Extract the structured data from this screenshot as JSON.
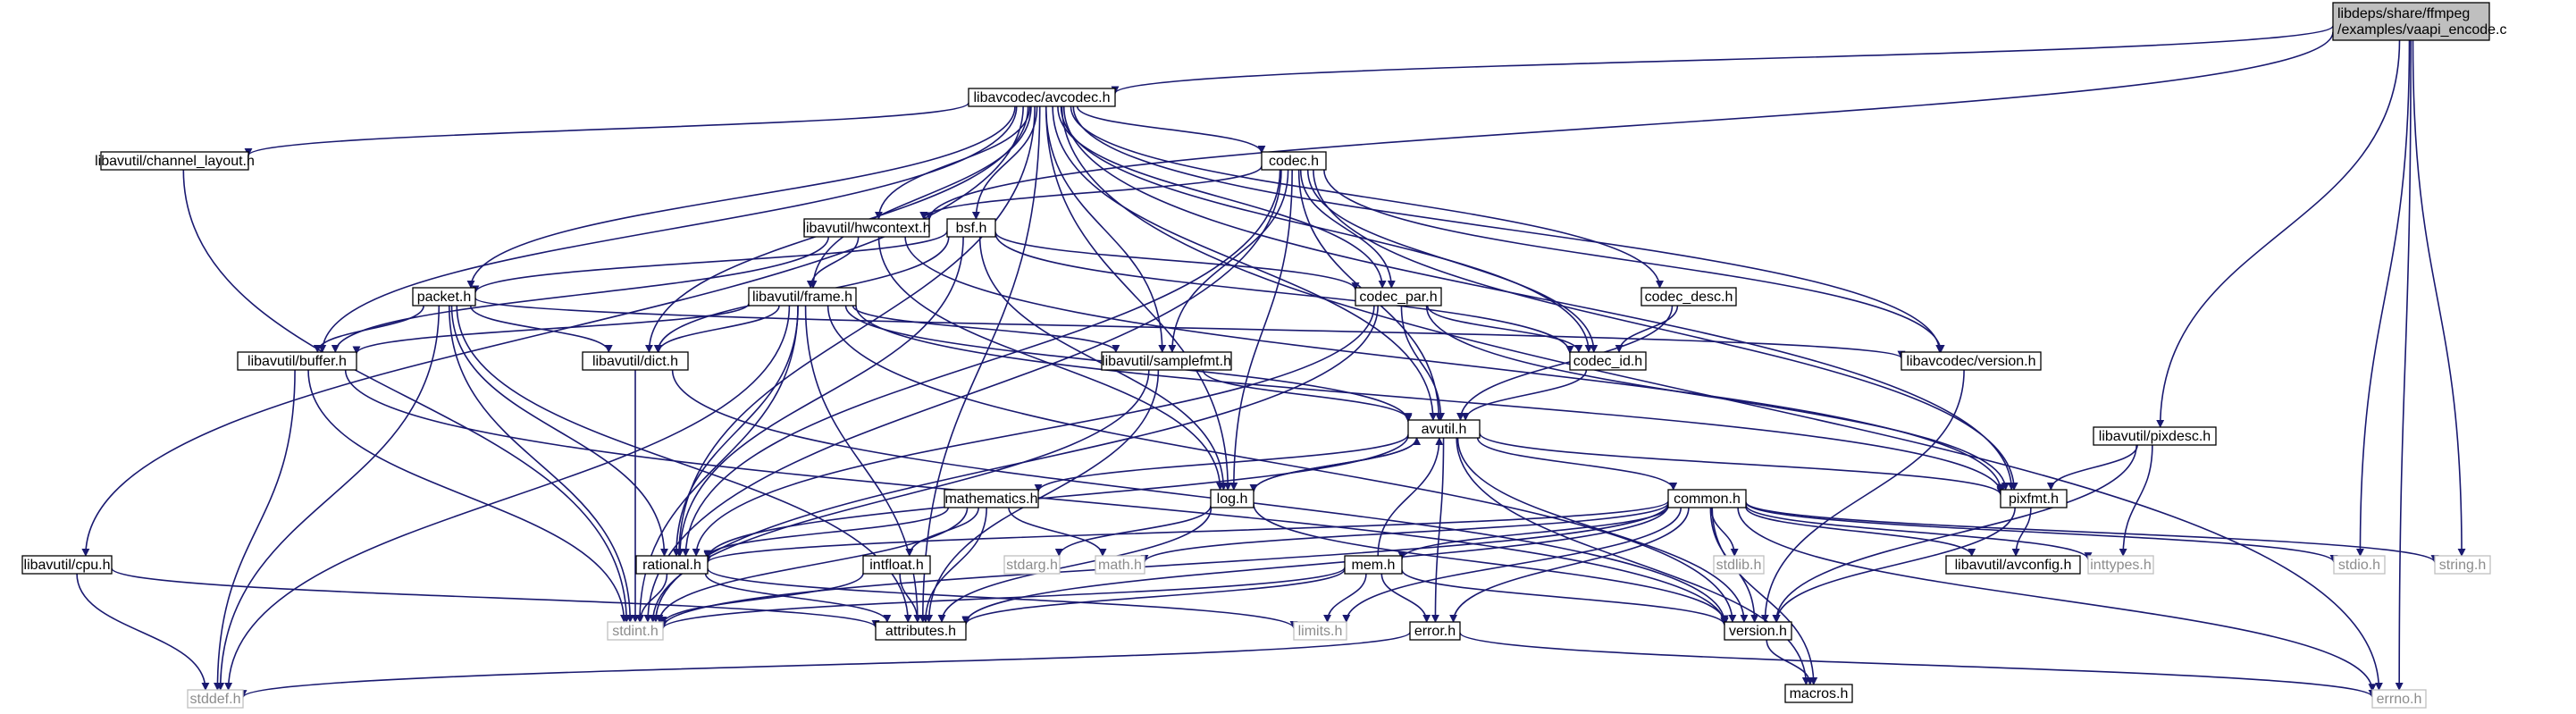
{
  "root": {
    "line1": "libdeps/share/ffmpeg",
    "line2": "/examples/vaapi_encode.c"
  },
  "nodes": {
    "avcodec": "libavcodec/avcodec.h",
    "hwcontext": "libavutil/hwcontext.h",
    "channel_layout": "libavutil/channel_layout.h",
    "cpu": "libavutil/cpu.h",
    "codec": "codec.h",
    "bsf": "bsf.h",
    "packet": "packet.h",
    "frame": "libavutil/frame.h",
    "codec_par": "codec_par.h",
    "codec_desc": "codec_desc.h",
    "buffer": "libavutil/buffer.h",
    "dict": "libavutil/dict.h",
    "samplefmt": "libavutil/samplefmt.h",
    "codec_id": "codec_id.h",
    "avc_version": "libavcodec/version.h",
    "pixdesc": "libavutil/pixdesc.h",
    "avutil": "avutil.h",
    "pixfmt": "pixfmt.h",
    "mathematics": "mathematics.h",
    "log": "log.h",
    "common": "common.h",
    "rational": "rational.h",
    "intfloat": "intfloat.h",
    "mem": "mem.h",
    "avconfig": "libavutil/avconfig.h",
    "stdarg": "stdarg.h",
    "math": "math.h",
    "stdlib": "stdlib.h",
    "inttypes": "inttypes.h",
    "stdio": "stdio.h",
    "string": "string.h",
    "stdint": "stdint.h",
    "attributes": "attributes.h",
    "limits": "limits.h",
    "version": "version.h",
    "error": "error.h",
    "stddef": "stddef.h",
    "macros": "macros.h",
    "errno": "errno.h"
  }
}
